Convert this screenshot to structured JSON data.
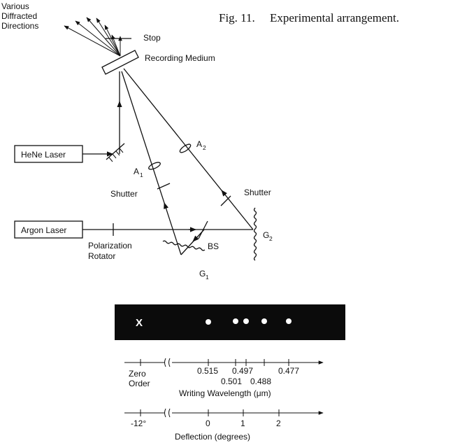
{
  "caption": {
    "fig": "Fig. 11.",
    "title": "Experimental arrangement."
  },
  "labels": {
    "various_diffracted": [
      "Various",
      "Diffracted",
      "Directions"
    ],
    "stop": "Stop",
    "recording_medium": "Recording Medium",
    "hene_laser": "HeNe Laser",
    "argon_laser": "Argon Laser",
    "a1_main": "A",
    "a1_sub": "1",
    "a2_main": "A",
    "a2_sub": "2",
    "shutter_left": "Shutter",
    "shutter_right": "Shutter",
    "polarization": [
      "Polarization",
      "Rotator"
    ],
    "bs": "BS",
    "g1_main": "G",
    "g1_sub": "1",
    "g2_main": "G",
    "g2_sub": "2"
  },
  "spot_strip": {
    "marker": "X",
    "spot_count": 5
  },
  "wavelength_scale": {
    "zero_order": [
      "Zero",
      "Order"
    ],
    "upper_ticks": [
      "0.515",
      "0.497",
      "0.477"
    ],
    "lower_ticks": [
      "0.501",
      "0.488"
    ],
    "axis_label": "Writing Wavelength (μm)"
  },
  "deflection_scale": {
    "ticks": [
      "-12°",
      "0",
      "1",
      "2"
    ],
    "axis_label": "Deflection (degrees)"
  }
}
